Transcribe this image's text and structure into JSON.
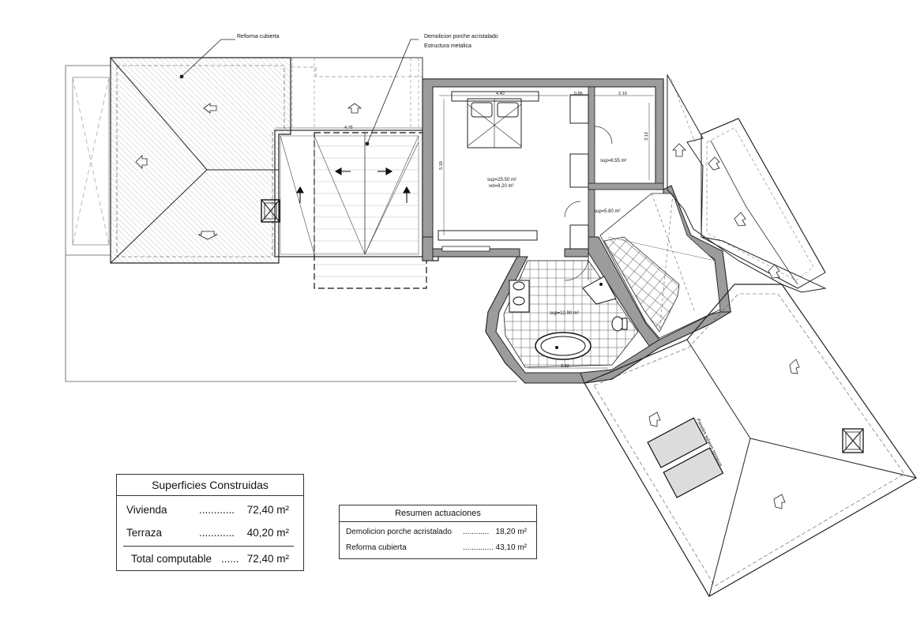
{
  "annotations": {
    "roof_reform": "Reforma cubierta",
    "porch_demolition": "Demolicion porche acristalado",
    "metal_structure": "Estructura metalica",
    "solar_panels": "Paneles solares termicos"
  },
  "dimensions": {
    "porch_width": "4.75",
    "bedroom_width": "4.40",
    "w_085": "0.85",
    "w_210": "2.10",
    "h_313": "3.13",
    "h_519": "5.19",
    "bath_width": "3.32"
  },
  "rooms": {
    "bedroom_sup": "sup=25.50 m²",
    "bedroom_vol": "vol=8.20 m²",
    "closet_sup": "sup=6.55 m²",
    "hall_sup": "sup=5.80 m²",
    "bath_sup": "sup=12.90 m²"
  },
  "surfaces_table": {
    "title": "Superficies Construidas",
    "rows": [
      {
        "label": "Vivienda",
        "dots": "............",
        "value": "72,40 m²"
      },
      {
        "label": "Terraza",
        "dots": "............",
        "value": "40,20 m²"
      }
    ],
    "total": {
      "label": "Total computable",
      "dots": "......",
      "value": "72,40 m²"
    }
  },
  "actions_table": {
    "title": "Resumen actuaciones",
    "rows": [
      {
        "label": "Demolicion porche acristalado",
        "dots": "............",
        "value": "18,20 m²"
      },
      {
        "label": "Reforma cubierta",
        "dots": "..............",
        "value": "43,10 m²"
      }
    ]
  }
}
